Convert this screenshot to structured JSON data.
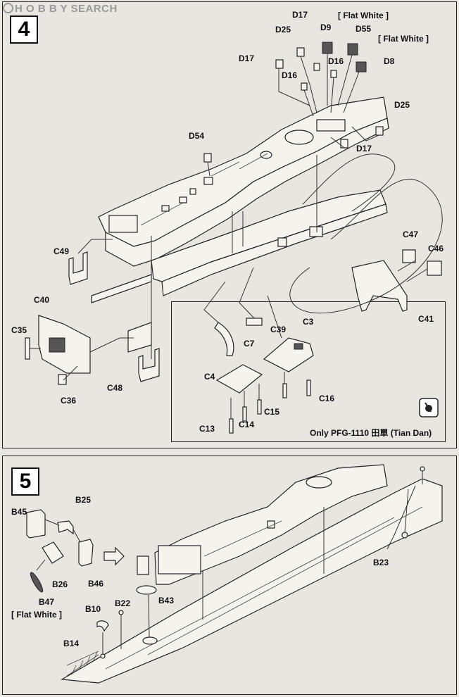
{
  "watermark": "H O B B Y SEARCH",
  "steps": [
    {
      "number": "4"
    },
    {
      "number": "5"
    }
  ],
  "step4_labels": {
    "D17_a": "D17",
    "flat_white_a": "[ Flat White ]",
    "D25_a": "D25",
    "D9": "D9",
    "D55": "D55",
    "flat_white_b": "[ Flat White ]",
    "D8": "D8",
    "D17_b": "D17",
    "D16_a": "D16",
    "D16_b": "D16",
    "D25_b": "D25",
    "D17_c": "D17",
    "D54": "D54",
    "C49": "C49",
    "C47": "C47",
    "C46": "C46",
    "C40": "C40",
    "C41": "C41",
    "C35": "C35",
    "C39": "C39",
    "C3": "C3",
    "C7": "C7",
    "C36": "C36",
    "C48": "C48",
    "C4": "C4",
    "C16": "C16",
    "C15": "C15",
    "C14": "C14",
    "C13": "C13"
  },
  "step4_note": "Only PFG-1110 田單 (Tian Dan)",
  "step5_labels": {
    "B25": "B25",
    "B45": "B45",
    "B26": "B26",
    "B46": "B46",
    "B47": "B47",
    "flat_white": "[ Flat White ]",
    "B10": "B10",
    "B22": "B22",
    "B43": "B43",
    "B14": "B14",
    "B23": "B23"
  }
}
